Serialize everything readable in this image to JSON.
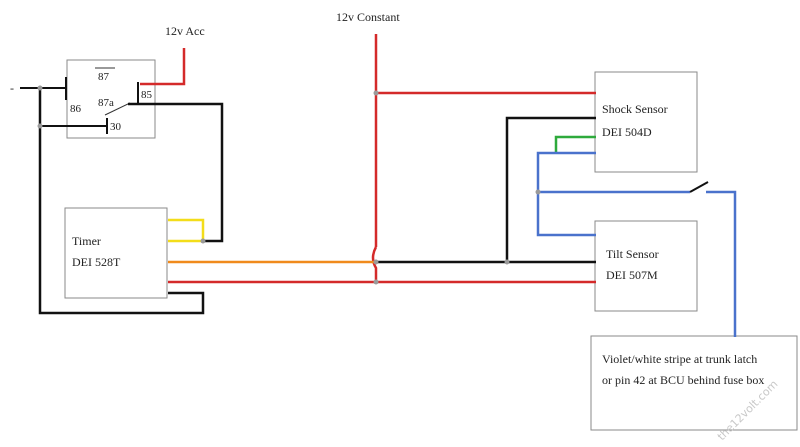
{
  "labels": {
    "acc": "12v Acc",
    "constant": "12v Constant",
    "minus": "-",
    "relay": {
      "p87": "87",
      "p86": "86",
      "p87a": "87a",
      "p85": "85",
      "p30": "30"
    },
    "timer": {
      "line1": "Timer",
      "line2": "DEI 528T"
    },
    "shock": {
      "line1": "Shock Sensor",
      "line2": "DEI 504D"
    },
    "tilt": {
      "line1": "Tilt Sensor",
      "line2": "DEI 507M"
    },
    "note": {
      "line1": "Violet/white stripe at trunk latch",
      "line2": "or pin 42 at BCU behind fuse box"
    },
    "watermark": "the12volt.com"
  },
  "colors": {
    "red": "#d42a2a",
    "black": "#111111",
    "orange": "#f08a1c",
    "yellow": "#f3dd1a",
    "green": "#2eaa3c",
    "blue": "#4a72cc",
    "box": "#8a8a8a",
    "junction": "#9a9a9a"
  }
}
